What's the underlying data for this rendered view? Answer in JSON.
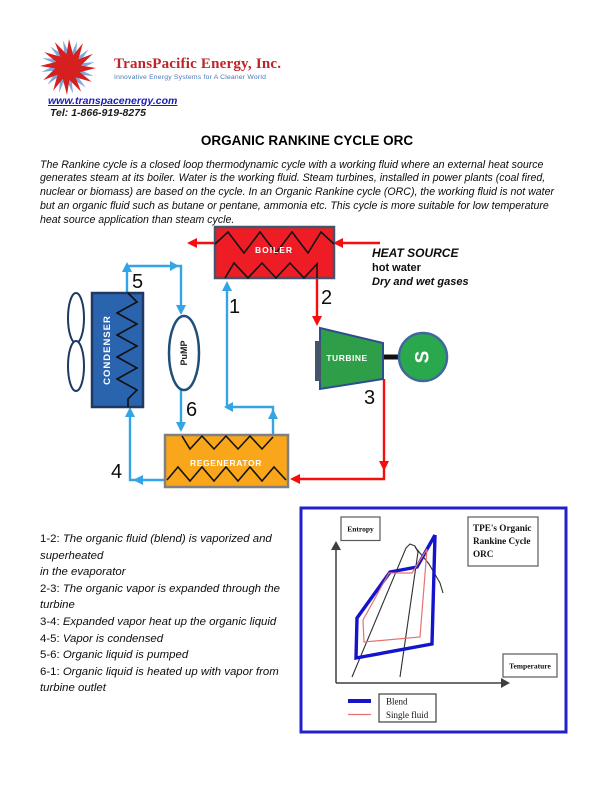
{
  "header": {
    "company_name": "TransPacific Energy, Inc.",
    "tagline": "Innovative Energy Systems for A Cleaner World",
    "website": "www.transpacenergy.com",
    "phone": "Tel: 1-866-919-8275"
  },
  "title": "ORGANIC RANKINE CYCLE ORC",
  "intro": "The Rankine cycle is a closed loop thermodynamic cycle with a working fluid where an external heat source\ngenerates steam at its boiler. Water is the working fluid. Steam turbines, installed in power plants (coal fired,\nnuclear or biomass) are based on the cycle. In an Organic Rankine cycle (ORC), the working fluid is not water\nbut an organic fluid such as butane or pentane, ammonia etc. This cycle is more suitable for low temperature\nheat source application than steam cycle.",
  "diagram": {
    "boiler_label": "BOILER",
    "condenser_label": "CONDENSER",
    "pump_label": "PuMP",
    "turbine_label": "TURBINE",
    "generator_label": "S",
    "regenerator_label": "REGENERATOR",
    "heat_source": {
      "line1": "HEAT SOURCE",
      "line2": "hot water",
      "line3": "Dry and wet gases"
    },
    "numbers": [
      "1",
      "2",
      "3",
      "4",
      "5",
      "6"
    ]
  },
  "steps": [
    {
      "label": "1-2:",
      "text": "The organic fluid (blend) is vaporized and\nsuperheated\nin the evaporator"
    },
    {
      "label": "2-3:",
      "text": "The organic vapor is expanded through the\nturbine"
    },
    {
      "label": "3-4:",
      "text": "Expanded vapor heat up the organic liquid"
    },
    {
      "label": "4-5:",
      "text": "Vapor is condensed"
    },
    {
      "label": "5-6:",
      "text": "Organic liquid is pumped"
    },
    {
      "label": "6-1:",
      "text": "Organic liquid is heated up with vapor from\nturbine outlet"
    }
  ],
  "chart_data": {
    "type": "line",
    "title": "TPE's Organic Rankine Cycle ORC",
    "title_lines": [
      "TPE's Organic",
      "Rankine Cycle",
      "ORC"
    ],
    "ylabel": "Entropy",
    "xlabel": "Temperature",
    "legend_position": "bottom-left",
    "grid": false,
    "legend": [
      {
        "name": "Blend"
      },
      {
        "name": "Single fluid"
      }
    ],
    "series": [
      {
        "name": "Blend",
        "points": [
          [
            435,
            535
          ],
          [
            417,
            567
          ],
          [
            390,
            572
          ],
          [
            357,
            618
          ],
          [
            356,
            658
          ],
          [
            432,
            644
          ],
          [
            435,
            535
          ]
        ]
      },
      {
        "name": "Single fluid",
        "points": [
          [
            427,
            549
          ],
          [
            412,
            573
          ],
          [
            389,
            573
          ],
          [
            363,
            620
          ],
          [
            364,
            642
          ],
          [
            420,
            637
          ],
          [
            427,
            549
          ]
        ]
      }
    ],
    "saturation_dome": [
      [
        352,
        677
      ],
      [
        406,
        548
      ],
      [
        410,
        544
      ],
      [
        415,
        546
      ],
      [
        418,
        552
      ],
      [
        400,
        677
      ]
    ],
    "dome_tail": [
      [
        415,
        547
      ],
      [
        429,
        564
      ],
      [
        440,
        583
      ],
      [
        443,
        593
      ]
    ]
  },
  "colors": {
    "boiler_red": "#ee1c25",
    "condenser_blue": "#2a63ae",
    "regenerator_orange": "#f9a61a",
    "turbine_green": "#2f9e48",
    "generator_green": "#2aa84e",
    "pipe_cold": "#33a5e5",
    "pipe_hot": "#f60d0d",
    "chart_border": "#2121cc",
    "blend_blue": "#1414cc",
    "single_fluid_red": "#e87272"
  }
}
